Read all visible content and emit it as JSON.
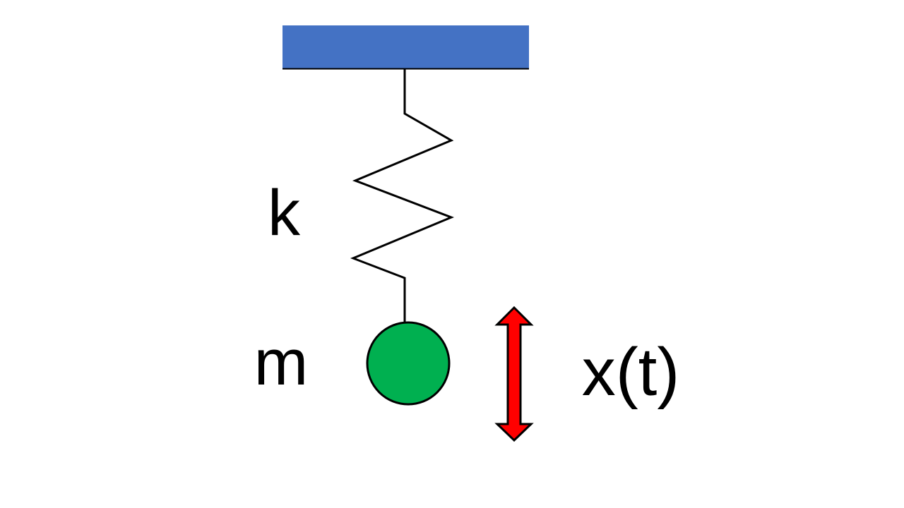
{
  "diagram": {
    "labels": {
      "spring_constant": "k",
      "mass": "m",
      "displacement": "x(t)"
    },
    "colors": {
      "ceiling": "#4472C4",
      "mass": "#00B050",
      "arrow": "#FF0000",
      "line": "#000000",
      "background": "#FFFFFF"
    }
  }
}
